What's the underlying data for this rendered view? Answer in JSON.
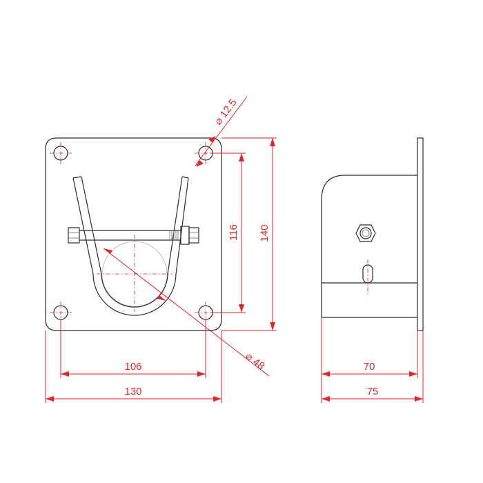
{
  "dimensions": {
    "hole_diameter": "12.5",
    "pipe_diameter": "48",
    "hole_spacing_vertical": "116",
    "plate_height": "140",
    "hole_spacing_horizontal": "106",
    "plate_width": "130",
    "bracket_depth_inner": "70",
    "bracket_depth_total": "75"
  },
  "colors": {
    "dimension": "#e0262b",
    "outline": "#2a2a2a",
    "background": "#ffffff"
  }
}
